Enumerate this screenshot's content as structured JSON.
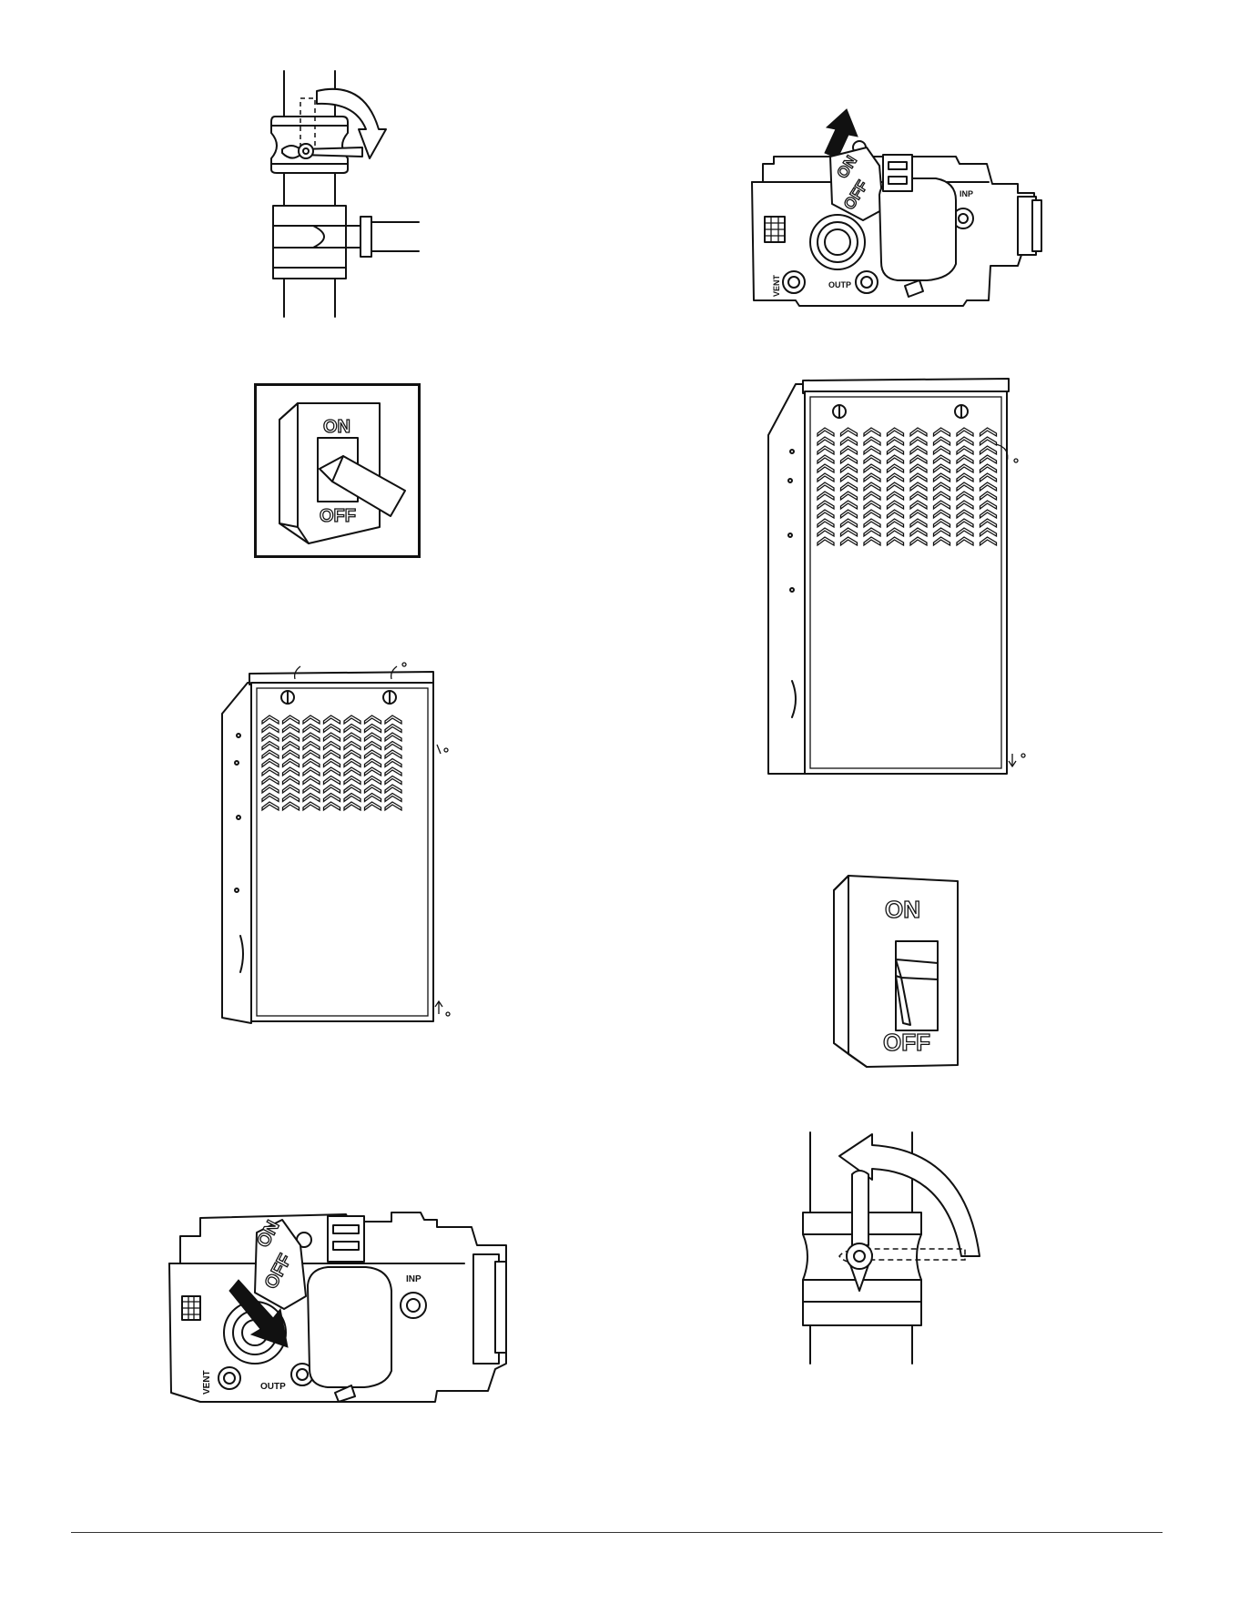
{
  "switch_labels": {
    "on": "ON",
    "off": "OFF"
  },
  "gas_valve_labels": {
    "on": "ON",
    "off": "OFF",
    "inlet": "INP",
    "outlet": "OUTP",
    "vent": "VENT"
  }
}
